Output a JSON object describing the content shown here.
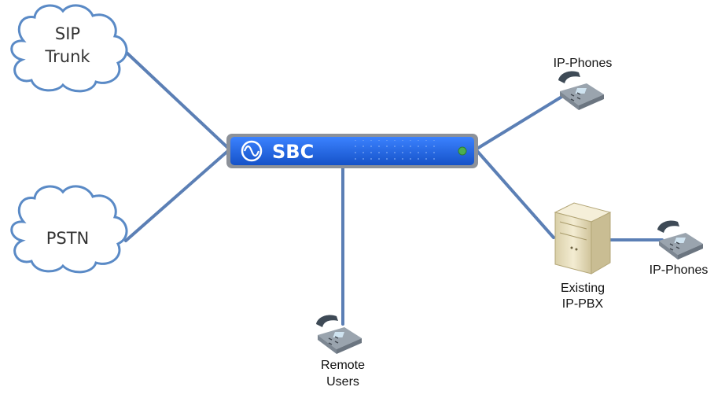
{
  "diagram": {
    "clouds": {
      "sip_trunk": {
        "line1": "SIP",
        "line2": "Trunk"
      },
      "pstn": {
        "label": "PSTN"
      }
    },
    "sbc": {
      "label": "SBC",
      "logo": "waveform-circle-icon"
    },
    "nodes": {
      "ip_phones_top": {
        "label": "IP-Phones",
        "icon": "ip-phone-icon"
      },
      "existing_pbx": {
        "line1": "Existing",
        "line2": "IP-PBX",
        "icon": "server-tower-icon"
      },
      "ip_phones_right": {
        "label": "IP-Phones",
        "icon": "ip-phone-icon"
      },
      "remote_users": {
        "line1": "Remote",
        "line2": "Users",
        "icon": "ip-phone-icon"
      }
    },
    "colors": {
      "link": "#5b7fb5",
      "cloud_stroke": "#5a8ac6",
      "sbc_fill": "#1a63e0",
      "sbc_frame": "#8c9199",
      "status_led": "#4caf50",
      "server": "#ece3c4"
    }
  }
}
